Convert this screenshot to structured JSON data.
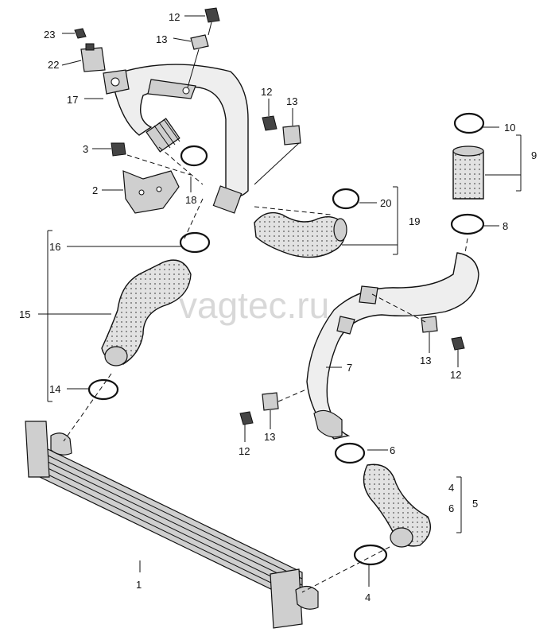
{
  "watermark": "vagtec.ru",
  "labels": {
    "l1": "1",
    "l2": "2",
    "l3": "3",
    "l4_bottom": "4",
    "l4_group": "4",
    "l5": "5",
    "l6_right": "6",
    "l6_group": "6",
    "l7": "7",
    "l8": "8",
    "l9": "9",
    "l10": "10",
    "l12_top": "12",
    "l12_mid": "12",
    "l12_right": "12",
    "l12_low": "12",
    "l13_top": "13",
    "l13_mid": "13",
    "l13_right": "13",
    "l13_low": "13",
    "l14": "14",
    "l15": "15",
    "l16": "16",
    "l17": "17",
    "l18": "18",
    "l19": "19",
    "l20": "20",
    "l22": "22",
    "l23": "23"
  }
}
